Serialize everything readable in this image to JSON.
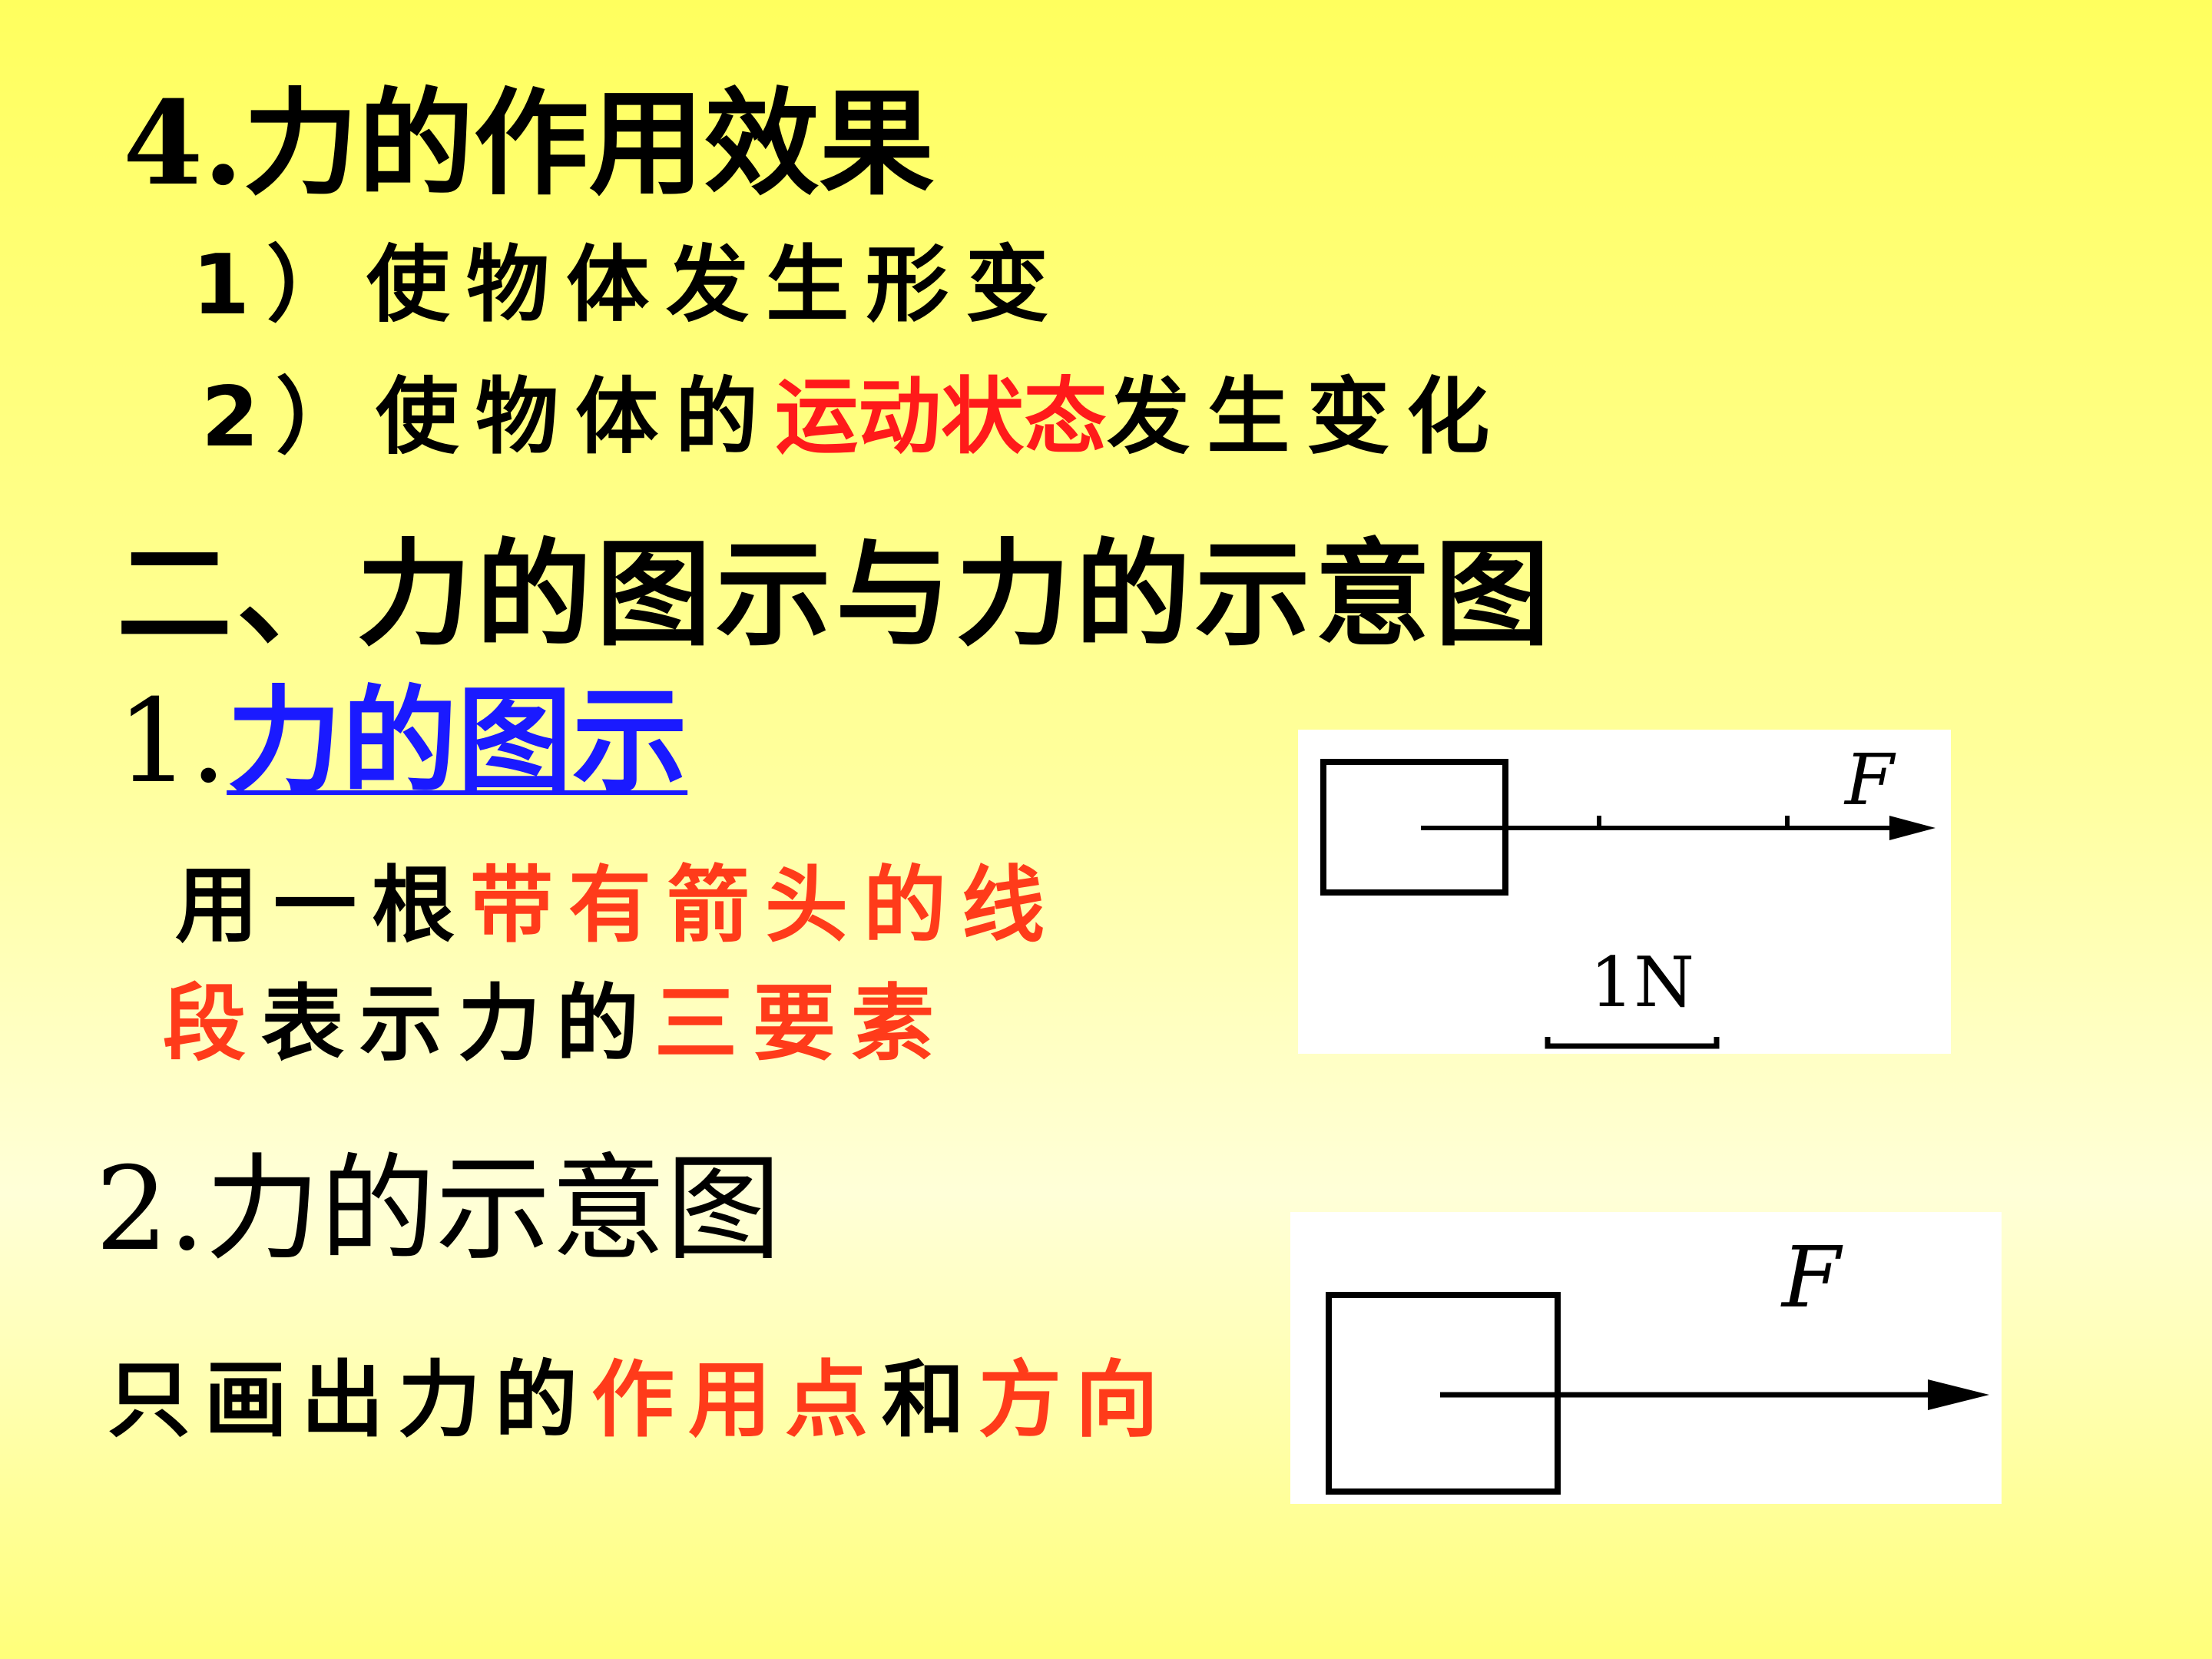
{
  "section4": {
    "title": "4.力的作用效果",
    "item1": {
      "prefix": "1）",
      "text": "使物体发生形变"
    },
    "item2": {
      "prefix": "2）",
      "text_a": "使物体的",
      "highlight": "运动状态",
      "text_b": "发生变化"
    }
  },
  "section2": {
    "title": "二、力的图示与力的示意图",
    "sub1": {
      "number": "1.",
      "link": "力的图示",
      "line1_a": "用一根",
      "line1_b": "带有箭头的线",
      "line2_a": "段",
      "line2_b": "表示力的",
      "line2_c": "三要素"
    },
    "sub2": {
      "title": "2.力的示意图",
      "line_a": "只画出力的",
      "line_b": "作用点",
      "line_c": "和",
      "line_d": "方向"
    }
  },
  "figure1": {
    "force_label": "F",
    "scale_label": "1N"
  },
  "figure2": {
    "force_label": "F"
  },
  "colors": {
    "highlight_red": "#ff1a1a",
    "highlight_orange": "#ff3b1a",
    "link_blue": "#1a1aff"
  }
}
